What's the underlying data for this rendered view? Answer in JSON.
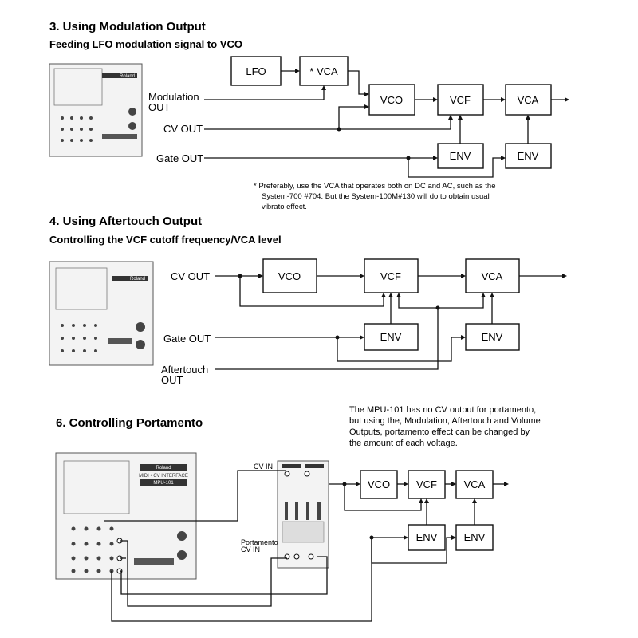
{
  "section3": {
    "title": "3.  Using Modulation Output",
    "subtitle": "Feeding LFO modulation signal to VCO",
    "blocks": {
      "lfo": "LFO",
      "vca_star": "* VCA",
      "vco": "VCO",
      "vcf": "VCF",
      "vca": "VCA",
      "env1": "ENV",
      "env2": "ENV"
    },
    "inputs": {
      "mod_1": "Modulation",
      "mod_2": "OUT",
      "cv": "CV OUT",
      "gate": "Gate OUT"
    },
    "footnote": [
      "*  Preferably, use the VCA that operates both on DC and AC, such as the",
      "System-700 #704. But the System-100M#130 will do to obtain usual",
      "vibrato effect."
    ]
  },
  "section4": {
    "title": "4.  Using Aftertouch Output",
    "subtitle": "Controlling the VCF cutoff frequency/VCA level",
    "blocks": {
      "vco": "VCO",
      "vcf": "VCF",
      "vca": "VCA",
      "env1": "ENV",
      "env2": "ENV"
    },
    "inputs": {
      "cv": "CV OUT",
      "gate": "Gate OUT",
      "after_1": "Aftertouch",
      "after_2": "OUT"
    }
  },
  "section6": {
    "title": "6.  Controlling Portamento",
    "paragraph": [
      "The MPU-101 has no CV output for portamento,",
      "but using the, Modulation, Aftertouch and Volume",
      "Outputs, portamento effect can be changed by",
      "the amount of each voltage."
    ],
    "blocks": {
      "vco": "VCO",
      "vcf": "VCF",
      "vca": "VCA",
      "env1": "ENV",
      "env2": "ENV"
    },
    "labels": {
      "cv_in": "CV IN",
      "porta_1": "Portamento",
      "porta_2": "CV IN"
    }
  },
  "device": {
    "brand": "Roland",
    "model_line": "MIDI • CV INTERFACE",
    "model": "MPU-101"
  }
}
